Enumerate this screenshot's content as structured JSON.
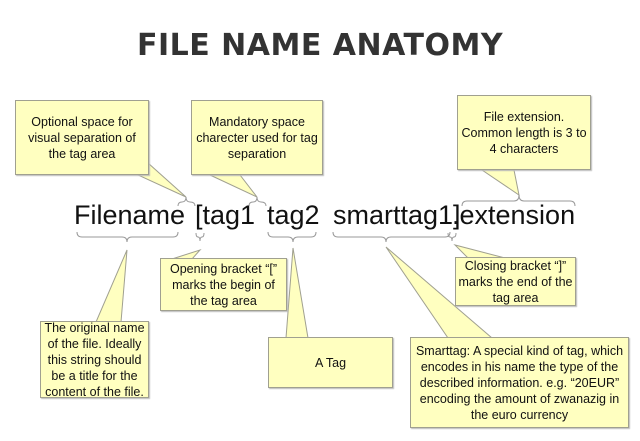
{
  "title": "FILE NAME ANATOMY",
  "filename_parts": {
    "filename": "Filename",
    "tag1": "[tag1",
    "tag2": "tag2",
    "smarttag": "smarttag1]",
    "extension": ".extension"
  },
  "callouts": {
    "optional_space": "Optional space for visual separation of the tag area",
    "mandatory_space": "Mandatory space charecter used for tag separation",
    "extension": "File extension. Common length is 3 to 4 characters",
    "opening_bracket": "Opening bracket “[” marks the begin of the tag area",
    "original_name": "The original name of the file. Ideally this string should be a title for the content of the file.",
    "tag": "A Tag",
    "closing_bracket": "Closing bracket “]” marks the end of the tag area",
    "smarttag": "Smarttag: A special kind of tag, which encodes in his name the type of the described information. e.g. “20EUR” encoding the amount of zwanazig in the euro currency"
  },
  "colors": {
    "callout_fill": "#ffffc0",
    "callout_border": "#a0a090"
  }
}
